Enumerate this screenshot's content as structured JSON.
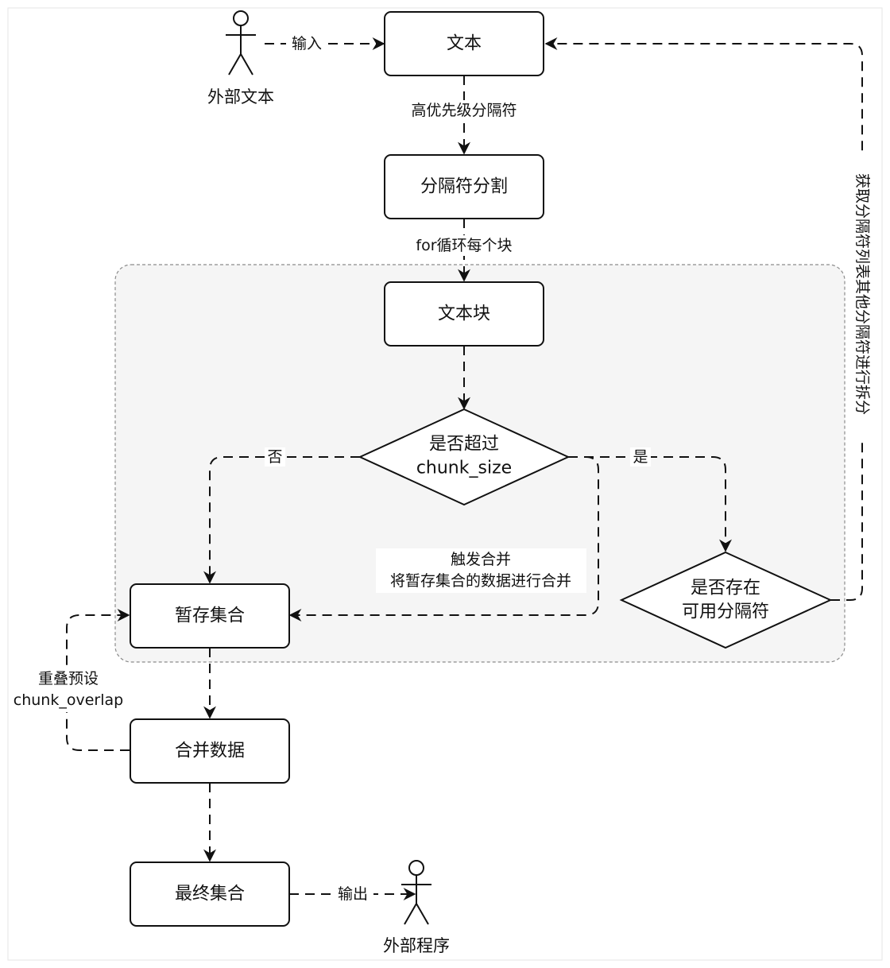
{
  "actors": {
    "external_text": "外部文本",
    "external_program": "外部程序"
  },
  "nodes": {
    "text": "文本",
    "delimiter_split": "分隔符分割",
    "text_chunk": "文本块",
    "exceeds_line1": "是否超过",
    "exceeds_line2": "chunk_size",
    "temp_collection": "暂存集合",
    "has_delimiter_line1": "是否存在",
    "has_delimiter_line2": "可用分隔符",
    "merge_data": "合并数据",
    "final_collection": "最终集合"
  },
  "edges": {
    "input": "输入",
    "high_priority_delimiter": "高优先级分隔符",
    "for_each_chunk": "for循环每个块",
    "no": "否",
    "yes": "是",
    "trigger_merge_line1": "触发合并",
    "trigger_merge_line2": "将暂存集合的数据进行合并",
    "overlap_line1": "重叠预设",
    "overlap_line2": "chunk_overlap",
    "output": "输出",
    "fetch_other_delimiters": "获取分隔符列表其他分隔符进行拆分"
  }
}
